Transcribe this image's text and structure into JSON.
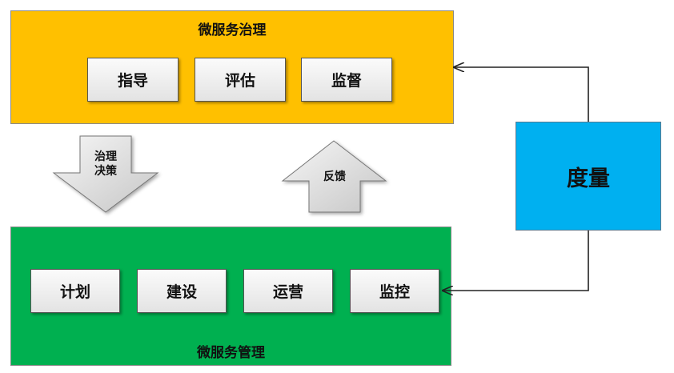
{
  "governance": {
    "title": "微服务治理",
    "items": [
      "指导",
      "评估",
      "监督"
    ]
  },
  "management": {
    "title": "微服务管理",
    "items": [
      "计划",
      "建设",
      "运营",
      "监控"
    ]
  },
  "metric": {
    "label": "度量"
  },
  "arrows": {
    "down_label_line1": "治理",
    "down_label_line2": "决策",
    "up_label": "反馈"
  },
  "colors": {
    "governance_bg": "#ffc000",
    "management_bg": "#00b050",
    "metric_bg": "#00b0f0",
    "box_bg": "#eeeeee",
    "connector": "#222222"
  }
}
